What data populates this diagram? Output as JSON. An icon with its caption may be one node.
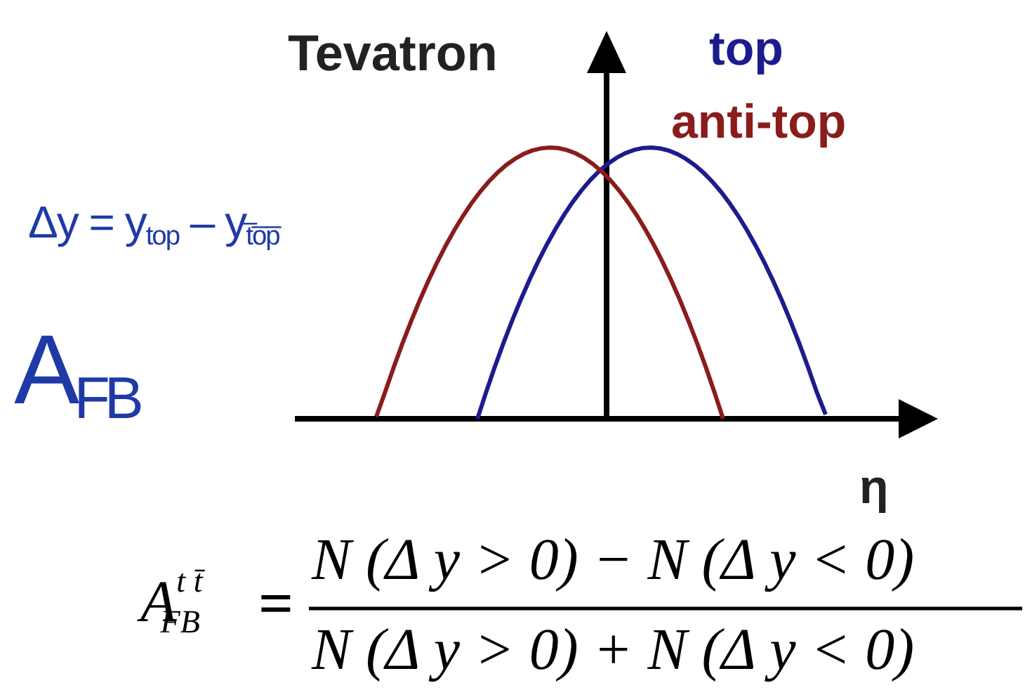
{
  "diagram": {
    "labels": [
      "Tevatron",
      "η",
      "Δy = y$_{top}$ – y$_{t̅o̅p̅}$",
      "A$_{FB}$",
      "A$^{t t̄}$$_{FB}$",
      "=",
      "N (Δ y > 0) − N (Δ y < 0)",
      "N (Δ y > 0) + N (Δ y < 0)"
    ],
    "legend": [
      {
        "text": "top",
        "color": "#1c1c8e"
      },
      {
        "text": "anti-top",
        "color": "#8a1c1c"
      }
    ]
  }
}
